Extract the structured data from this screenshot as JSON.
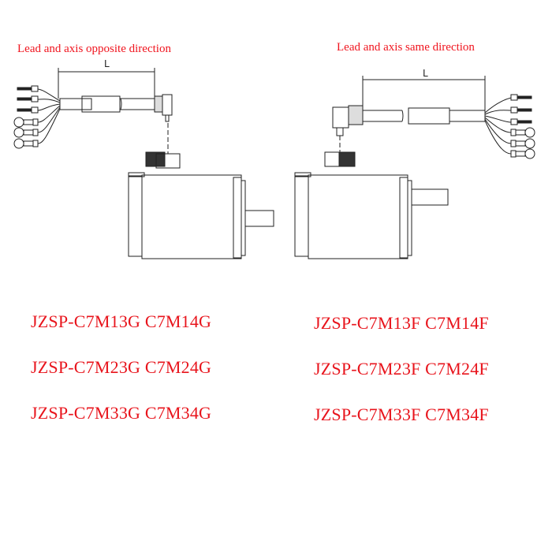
{
  "left_panel": {
    "caption": "Lead and axis opposite direction",
    "dimension_label": "L",
    "models": [
      "JZSP-C7M13G C7M14G",
      "JZSP-C7M23G C7M24G",
      "JZSP-C7M33G C7M34G"
    ]
  },
  "right_panel": {
    "caption": "Lead and axis same direction",
    "dimension_label": "L",
    "models": [
      "JZSP-C7M13F C7M14F",
      "JZSP-C7M23F C7M24F",
      "JZSP-C7M33F C7M34F"
    ]
  },
  "colors": {
    "text_red": "#e8141c",
    "line": "#222222",
    "background": "#ffffff"
  }
}
